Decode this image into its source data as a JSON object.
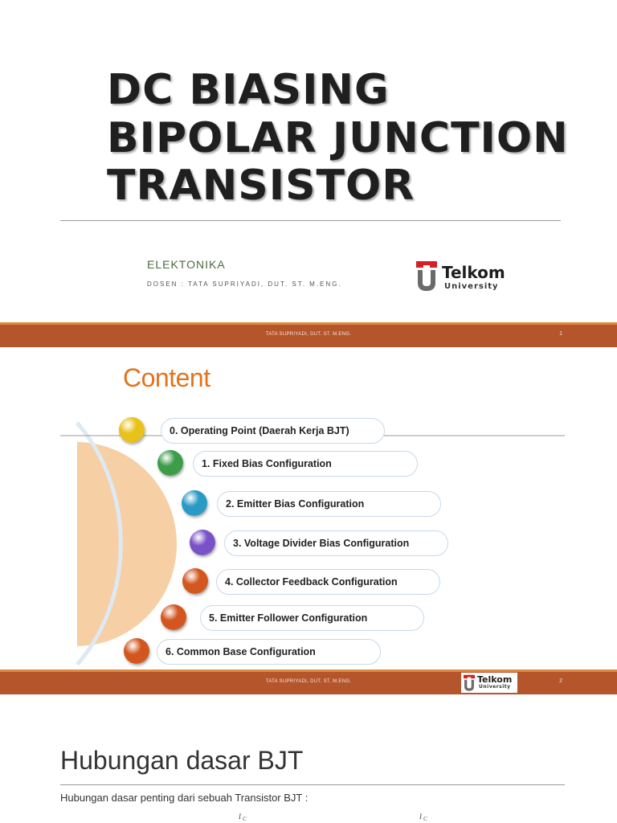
{
  "slide1": {
    "title_lines": [
      "DC BIASING",
      "BIPOLAR JUNCTION",
      "TRANSISTOR"
    ],
    "subtitle": "ELEKTONIKA",
    "dosen": "DOSEN : TATA SUPRIYADI, DUT. ST. M.ENG.",
    "logo": {
      "word": "Telkom",
      "sub": "University"
    },
    "footer": {
      "text": "TATA SUPRIYADI, DUT. ST. M.ENG.",
      "page": "1"
    }
  },
  "slide2": {
    "title": "Content",
    "items": [
      {
        "label": "0. Operating Point (Daerah Kerja BJT)",
        "color": "#e8c21a"
      },
      {
        "label": "1. Fixed Bias Configuration",
        "color": "#3c9c48"
      },
      {
        "label": "2. Emitter Bias Configuration",
        "color": "#2a9ac4"
      },
      {
        "label": "3. Voltage Divider Bias Configuration",
        "color": "#7a52c8"
      },
      {
        "label": "4. Collector Feedback Configuration",
        "color": "#d2561e"
      },
      {
        "label": "5. Emitter Follower Configuration",
        "color": "#d2561e"
      },
      {
        "label": "6. Common Base Configuration",
        "color": "#d2561e"
      }
    ],
    "logo": {
      "word": "Telkom",
      "sub": "University"
    },
    "footer": {
      "text": "TATA SUPRIYADI, DUT. ST. M.ENG.",
      "page": "2"
    }
  },
  "slide3": {
    "title": "Hubungan dasar BJT",
    "text": "Hubungan dasar penting dari sebuah Transistor BJT :",
    "formula_fragments": [
      "I",
      "C",
      "I",
      "C"
    ]
  },
  "colors": {
    "footer": "#b5552b",
    "accent_title": "#e4731c",
    "logo_red": "#d42027",
    "semicircle": "#f6cfa4"
  }
}
